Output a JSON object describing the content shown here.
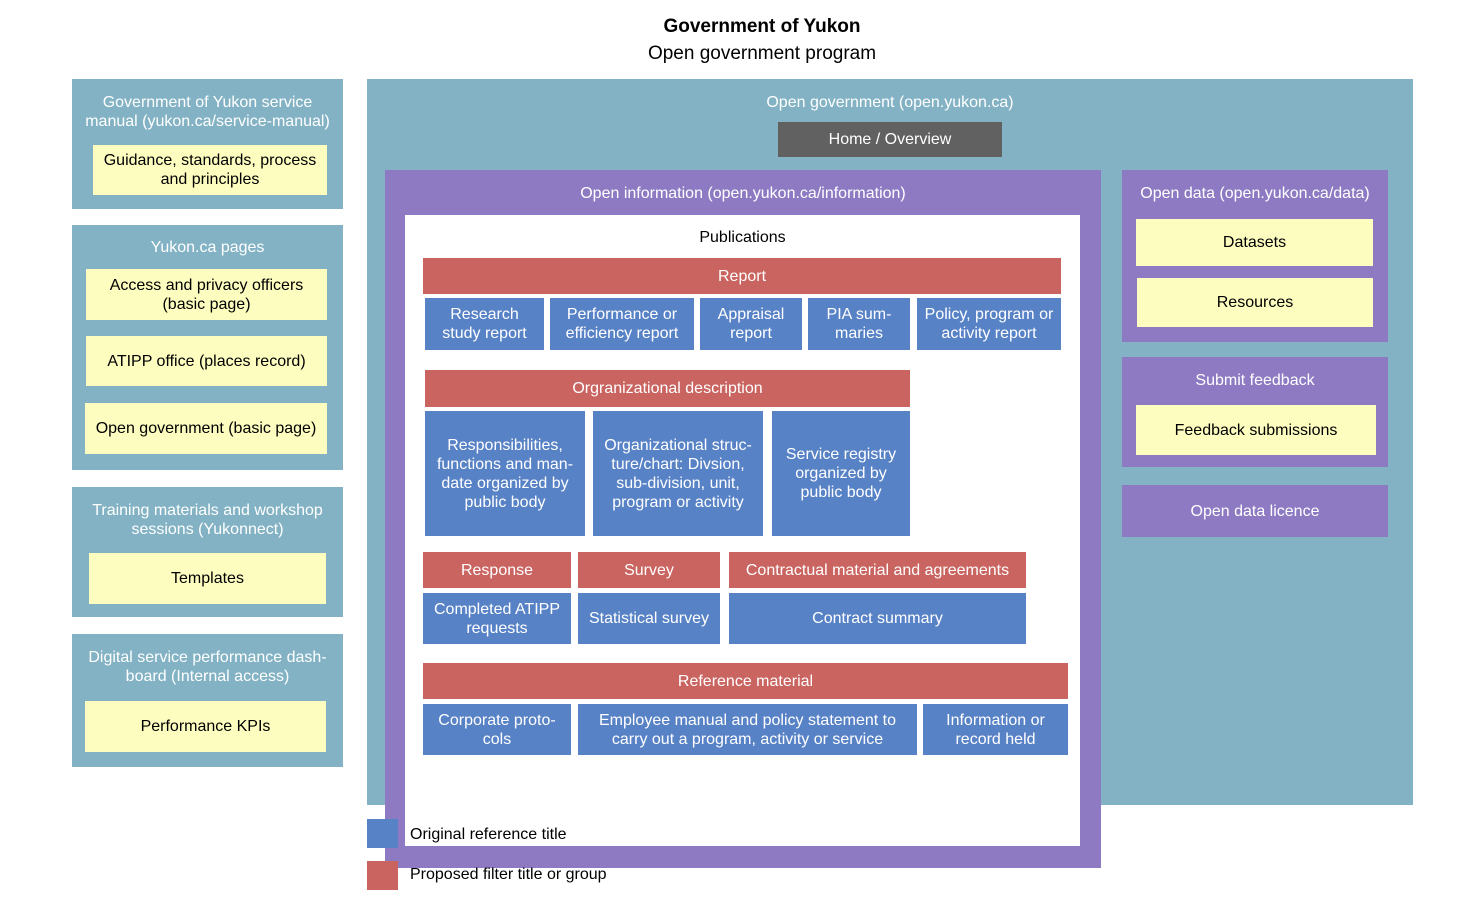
{
  "title": "Government of Yukon",
  "subtitle": "Open government program",
  "left": {
    "service_manual": {
      "header": "Government of Yukon service manual (yukon.ca/service-manual)",
      "items": [
        "Guidance, standards, process and principles"
      ]
    },
    "yukon_pages": {
      "header": "Yukon.ca pages",
      "items": [
        "Access and privacy officers (basic page)",
        "ATIPP office (places record)",
        "Open government (basic page)"
      ]
    },
    "training": {
      "header": "Training materials and workshop sessions (Yukonnect)",
      "items": [
        "Templates"
      ]
    },
    "dashboard": {
      "header": "Digital service performance dash-board (Internal access)",
      "items": [
        "Performance KPIs"
      ]
    }
  },
  "open_government": {
    "header": "Open government (open.yukon.ca)",
    "home": "Home / Overview",
    "open_information": {
      "header": "Open information (open.yukon.ca/information)",
      "publications": "Publications",
      "report": {
        "label": "Report",
        "items": [
          "Research study report",
          "Performance or efficiency report",
          "Appraisal report",
          "PIA sum-maries",
          "Policy, program or activity report"
        ]
      },
      "org_description": {
        "label": "Orgranizational description",
        "items": [
          "Responsibilities, functions and man-date organized by public body",
          "Organizational struc-ture/chart: Divsion, sub-division, unit, program or activity",
          "Service registry organized by public body"
        ]
      },
      "response": {
        "label": "Response",
        "items": [
          "Completed ATIPP requests"
        ]
      },
      "survey": {
        "label": "Survey",
        "items": [
          "Statistical survey"
        ]
      },
      "contractual": {
        "label": "Contractual material and agreements",
        "items": [
          "Contract summary"
        ]
      },
      "reference": {
        "label": "Reference material",
        "items": [
          "Corporate proto-cols",
          "Employee manual and policy statement to carry out a program, activity or service",
          "Information or record held"
        ]
      }
    },
    "open_data": {
      "header": "Open data (open.yukon.ca/data)",
      "items": [
        "Datasets",
        "Resources"
      ]
    },
    "submit_feedback": {
      "header": "Submit feedback",
      "items": [
        "Feedback submissions"
      ]
    },
    "licence": "Open data licence"
  },
  "legend": [
    {
      "label": "Original reference title",
      "color": "#5882c6"
    },
    {
      "label": "Proposed filter title or group",
      "color": "#ca6460"
    }
  ],
  "colors": {
    "teal": "#82b2c4",
    "purple": "#8d7ac2",
    "yellow": "#fdfdc0",
    "blue": "#5882c6",
    "red": "#ca6460",
    "dark_gray": "#616161"
  }
}
